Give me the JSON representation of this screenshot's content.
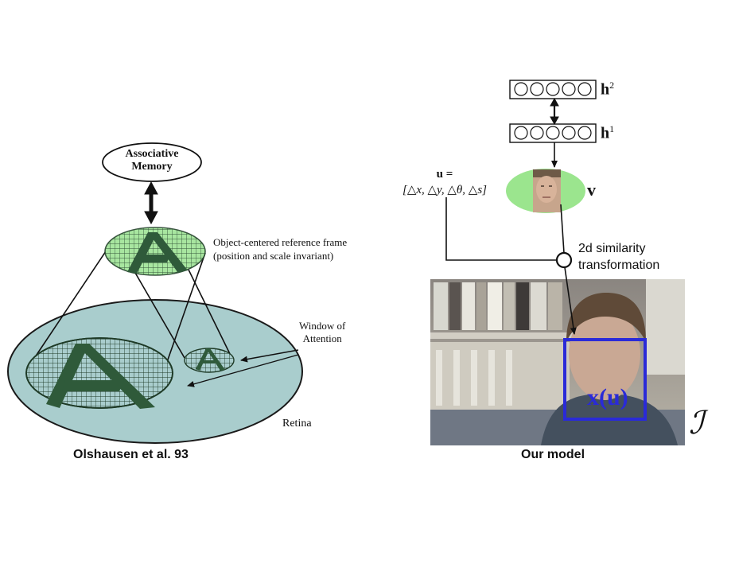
{
  "left_panel": {
    "memory_line1": "Associative",
    "memory_line2": "Memory",
    "frame_line1": "Object-centered reference frame",
    "frame_line2": "(position and scale invariant)",
    "window_line1": "Window of",
    "window_line2": "Attention",
    "retina": "Retina",
    "caption": "Olshausen et al. 93"
  },
  "right_panel": {
    "h2": "h",
    "h2_sup": "2",
    "h1": "h",
    "h1_sup": "1",
    "v": "v",
    "u_line1": "u =",
    "u_line2": "[△x, △y, △θ, △s]",
    "transform_line1": "2d similarity",
    "transform_line2": "transformation",
    "xu": "x(u)",
    "image_symbol": "ℐ",
    "caption": "Our model"
  },
  "colors": {
    "retina_fill": "#a9cdcd",
    "frame_fill": "#a8e6a0",
    "letter_fill": "#2f5a3a",
    "highlight_box": "#2a2ad8",
    "v_ellipse": "#9be58e"
  }
}
